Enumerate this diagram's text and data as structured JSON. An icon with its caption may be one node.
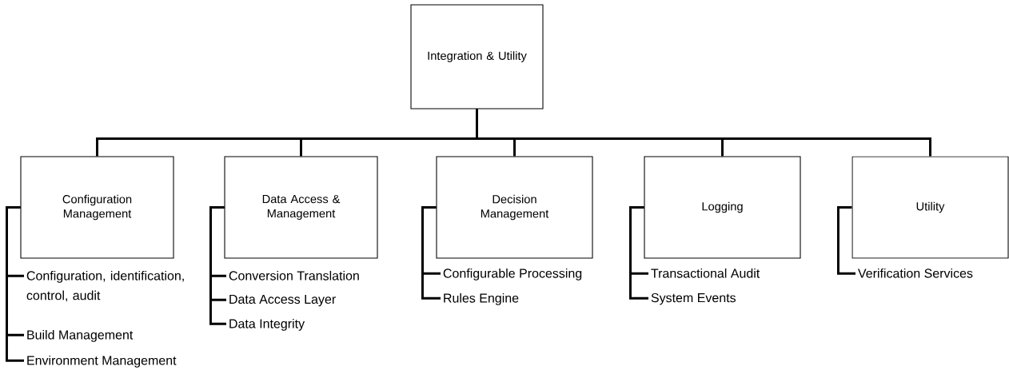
{
  "diagram": {
    "nodes": [
      {
        "text": [
          "Integration & Utility"
        ]
      },
      {
        "text": [
          "Configuration Management"
        ]
      },
      {
        "text": [
          "Data Access & Management"
        ]
      },
      {
        "text": [
          "Decision Management"
        ]
      },
      {
        "text": [
          "Logging"
        ]
      },
      {
        "text": [
          "Utility"
        ]
      },
      {
        "text": [
          "Configuration, identification, control, audit"
        ]
      },
      {
        "text": [
          "Build Management"
        ]
      },
      {
        "text": [
          "Environment Management"
        ]
      },
      {
        "text": [
          "Conversion Translation"
        ]
      },
      {
        "text": [
          "Data Access Layer"
        ]
      },
      {
        "text": [
          "Data Integrity"
        ]
      },
      {
        "text": [
          "Configurable Processing"
        ]
      },
      {
        "text": [
          "Rules Engine"
        ]
      },
      {
        "text": [
          "Transactional Audit"
        ]
      },
      {
        "text": [
          "System Events"
        ]
      },
      {
        "text": [
          "Verification Services"
        ]
      }
    ],
    "edges": [
      {
        "from": 0,
        "to": 1,
        "arrow": "none"
      },
      {
        "from": 0,
        "to": 2,
        "arrow": "none"
      },
      {
        "from": 0,
        "to": 3,
        "arrow": "none"
      },
      {
        "from": 0,
        "to": 4,
        "arrow": "none"
      },
      {
        "from": 0,
        "to": 5,
        "arrow": "none"
      },
      {
        "from": 1,
        "to": 6,
        "arrow": "none"
      },
      {
        "from": 1,
        "to": 7,
        "arrow": "none"
      },
      {
        "from": 1,
        "to": 8,
        "arrow": "none"
      },
      {
        "from": 2,
        "to": 9,
        "arrow": "none"
      },
      {
        "from": 2,
        "to": 10,
        "arrow": "none"
      },
      {
        "from": 2,
        "to": 11,
        "arrow": "none"
      },
      {
        "from": 3,
        "to": 12,
        "arrow": "none"
      },
      {
        "from": 3,
        "to": 13,
        "arrow": "none"
      },
      {
        "from": 4,
        "to": 14,
        "arrow": "none"
      },
      {
        "from": 4,
        "to": 15,
        "arrow": "none"
      },
      {
        "from": 5,
        "to": 16,
        "arrow": "none"
      }
    ]
  }
}
